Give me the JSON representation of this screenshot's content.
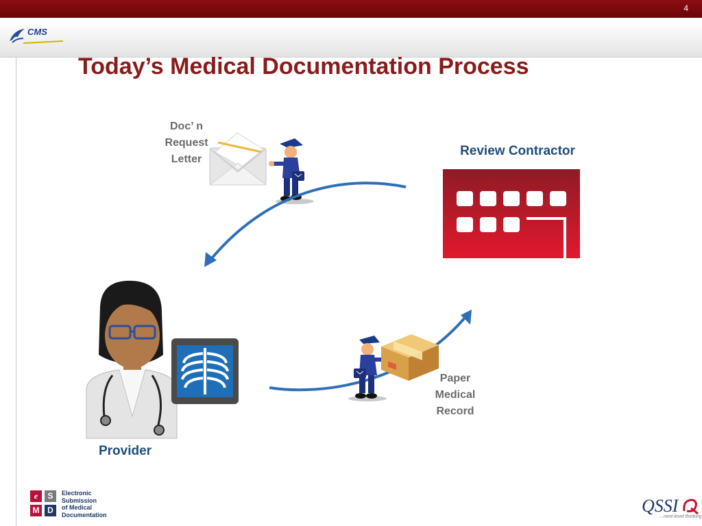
{
  "slide": {
    "number": "4"
  },
  "header": {
    "logo_text": "CMS"
  },
  "title": "Today’s Medical Documentation Process",
  "labels": {
    "doc_request": [
      "Doc’ n",
      "Request",
      "Letter"
    ],
    "review_contractor": "Review Contractor",
    "paper_record": [
      "Paper",
      "Medical",
      "Record"
    ],
    "provider": "Provider"
  },
  "footer": {
    "esmd_letters": [
      "e",
      "S",
      "M",
      "D"
    ],
    "esmd_lines": [
      "Electronic",
      "Submission",
      "of Medical",
      "Documentation"
    ],
    "qssi": "QSSI",
    "qssi_tagline": "...next-level thinking"
  },
  "colors": {
    "topbar": "#7a0a0e",
    "title": "#8b1a1a",
    "building": "#c8102e",
    "arrow": "#2f6fb7",
    "label_blue": "#1f4e79"
  }
}
